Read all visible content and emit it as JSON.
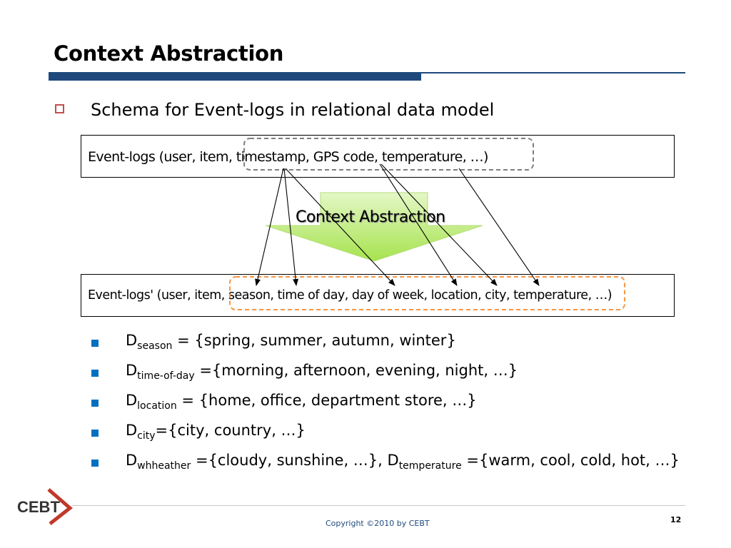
{
  "slide": {
    "title": "Context Abstraction",
    "subtitle": "Schema for Event-logs in relational data model",
    "page_number": "12",
    "copyright": "Copyright ©2010 by CEBT",
    "logo_text": "CEBT"
  },
  "diagram": {
    "source_schema": "Event-logs (user, item, timestamp, GPS code, temperature, …)",
    "target_schema": "Event-logs' (user, item, season, time of day, day of week, location, city, temperature, …)",
    "arrow_label": "Context Abstraction"
  },
  "domains": [
    {
      "symbol": "D",
      "sub": "season",
      "rest": " = {spring, summer, autumn, winter}"
    },
    {
      "symbol": "D",
      "sub": "time-of-day",
      "rest": " ={morning, afternoon, evening, night, …}"
    },
    {
      "symbol": "D",
      "sub": "location",
      "rest": "  = {home, office, department store, …}"
    },
    {
      "symbol": "D",
      "sub": "city",
      "rest": "={city, country, …}"
    },
    {
      "symbol": "D",
      "sub": "whheather",
      "rest": " ={cloudy, sunshine, …}, ",
      "symbol2": "D",
      "sub2": "temperature",
      "rest2": " ={warm, cool, cold, hot, …}"
    }
  ],
  "colors": {
    "title_bar": "#1f497d",
    "bullet_outline": "#c0504d",
    "list_bullet": "#0070c0",
    "arrow_fill": "#c6ef8c",
    "dashed_gray": "#7f7f7f",
    "dashed_orange": "#f79646"
  }
}
